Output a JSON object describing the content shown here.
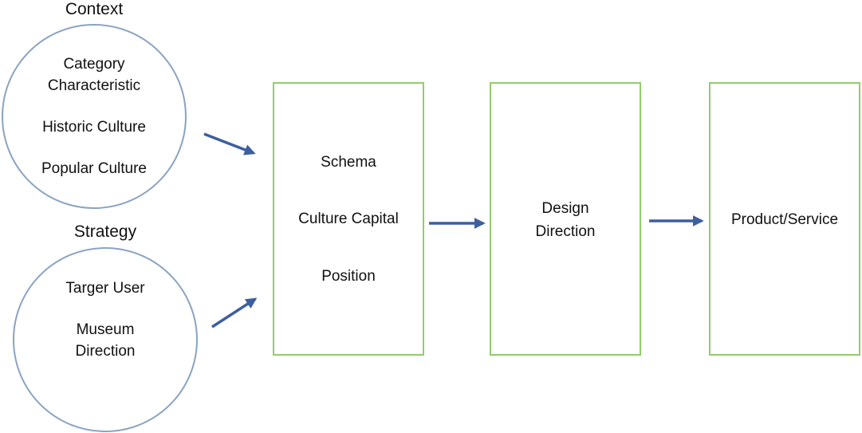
{
  "colors": {
    "circle_border": "#8aa4c0",
    "box_border": "#92cc6e",
    "arrow": "#3d5f9f"
  },
  "context": {
    "heading": "Context",
    "items": [
      "Category",
      "Characteristic",
      "Historic Culture",
      "Popular Culture"
    ]
  },
  "strategy": {
    "heading": "Strategy",
    "items": [
      "Targer User",
      "Museum",
      "Direction"
    ]
  },
  "boxes": {
    "schema": {
      "items": [
        "Schema",
        "Culture Capital",
        "Position"
      ]
    },
    "design": {
      "items": [
        "Design",
        "Direction"
      ]
    },
    "product": {
      "items": [
        "Product/Service"
      ]
    }
  }
}
